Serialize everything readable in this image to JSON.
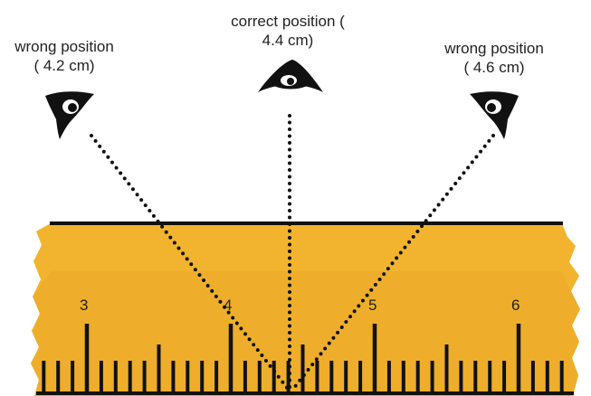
{
  "labels": {
    "left": {
      "line1": "wrong position",
      "line2": "( 4.2 cm)"
    },
    "center": {
      "line1": "correct position (",
      "line2": "4.4 cm)"
    },
    "right": {
      "line1": "wrong position",
      "line2": "( 4.6 cm)"
    }
  },
  "ruler": {
    "numbers": [
      "3",
      "4",
      "5",
      "6"
    ],
    "color": "#F2B42E",
    "edge_color": "#E8A21C",
    "tick_color": "#111111"
  },
  "eyes": [
    {
      "name": "left-eye-icon",
      "icon": "eye-icon"
    },
    {
      "name": "center-eye-icon",
      "icon": "eye-icon"
    },
    {
      "name": "right-eye-icon",
      "icon": "eye-icon"
    }
  ],
  "sight_line_style": "dotted"
}
